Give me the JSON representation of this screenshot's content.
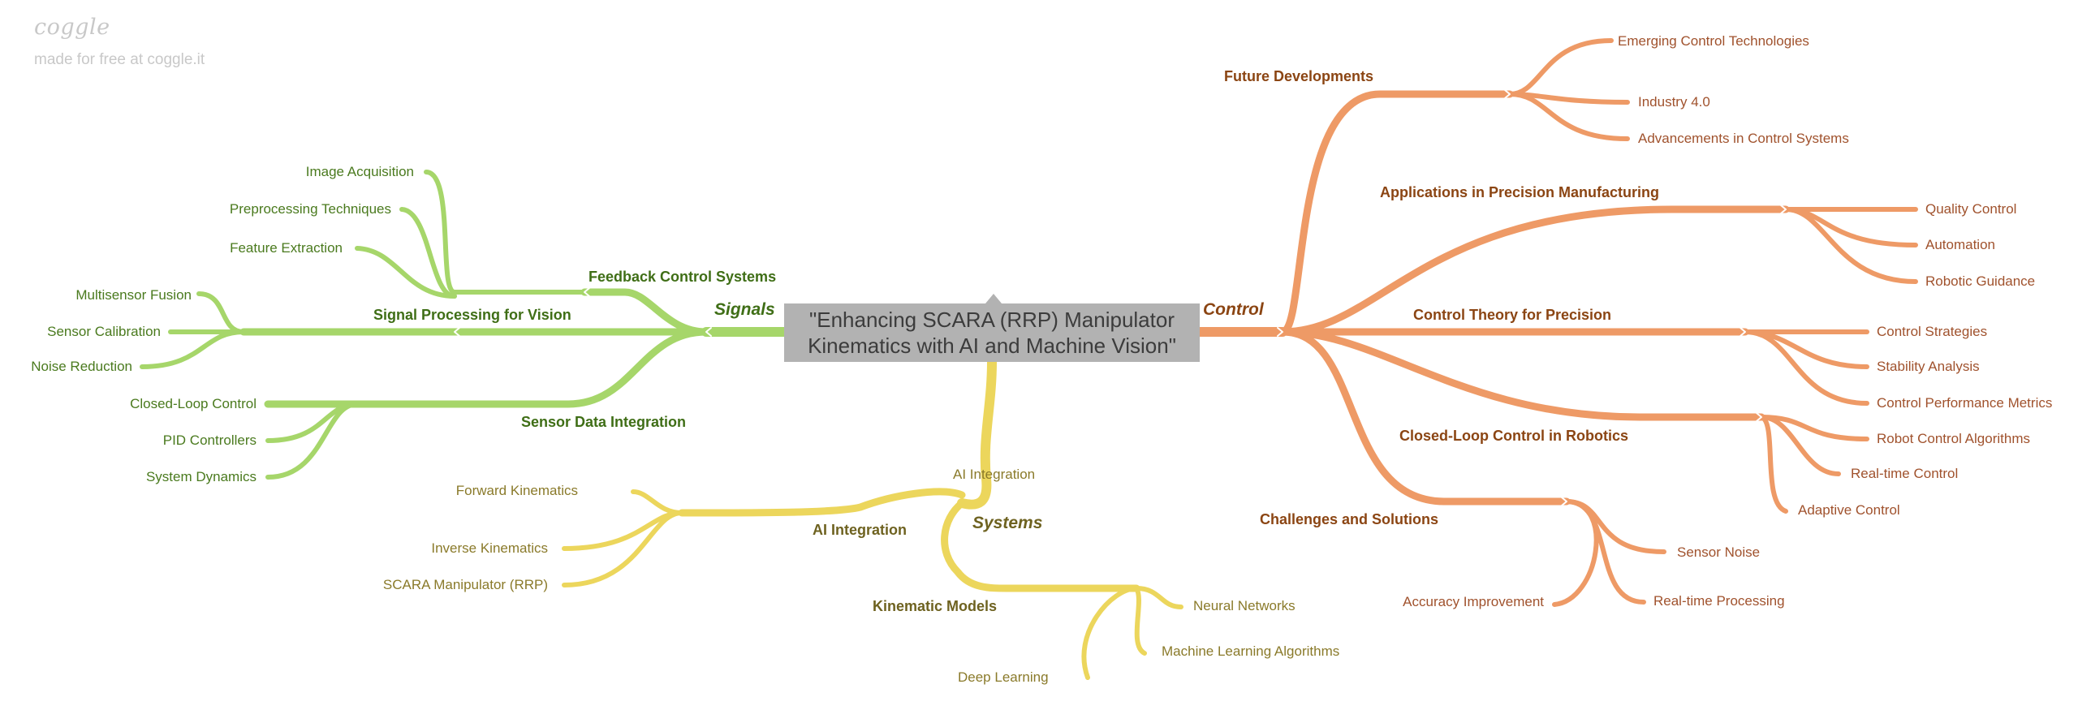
{
  "branding": {
    "logo": "coggle",
    "tagline": "made for free at coggle.it"
  },
  "root": {
    "text": "\"Enhancing SCARA (RRP) Manipulator Kinematics with AI and Machine Vision\""
  },
  "branches": {
    "signals": {
      "label": "Signals",
      "color": "#a6d66a",
      "children": [
        {
          "label": "Feedback Control Systems"
        },
        {
          "label": "Signal Processing for Vision",
          "children": [
            "Image Acquisition",
            "Preprocessing Techniques",
            "Feature Extraction",
            "Multisensor Fusion",
            "Sensor Calibration",
            "Noise Reduction"
          ]
        },
        {
          "label": "Sensor Data Integration",
          "children": [
            "Closed-Loop Control",
            "PID Controllers",
            "System Dynamics"
          ]
        }
      ]
    },
    "systems": {
      "label": "Systems",
      "color": "#ecd65c",
      "children": [
        {
          "label": "AI Integration"
        },
        {
          "label": "AI Integration",
          "children": [
            "Forward Kinematics",
            "Inverse Kinematics",
            "SCARA Manipulator (RRP)"
          ]
        },
        {
          "label": "Kinematic Models",
          "children": [
            "Neural Networks",
            "Machine Learning Algorithms",
            "Deep Learning"
          ]
        }
      ]
    },
    "control": {
      "label": "Control",
      "color": "#ee9a66",
      "children": [
        {
          "label": "Future Developments",
          "children": [
            "Emerging Control Technologies",
            "Industry 4.0",
            "Advancements in Control Systems"
          ]
        },
        {
          "label": "Applications in Precision Manufacturing",
          "children": [
            "Quality Control",
            "Automation",
            "Robotic Guidance"
          ]
        },
        {
          "label": "Control Theory for Precision",
          "children": [
            "Control Strategies",
            "Stability Analysis",
            "Control Performance Metrics"
          ]
        },
        {
          "label": "Closed-Loop Control in Robotics",
          "children": [
            "Robot Control Algorithms",
            "Real-time Control",
            "Adaptive Control"
          ]
        },
        {
          "label": "Challenges and Solutions",
          "children": [
            "Sensor Noise",
            "Accuracy Improvement",
            "Real-time Processing"
          ]
        }
      ]
    }
  }
}
